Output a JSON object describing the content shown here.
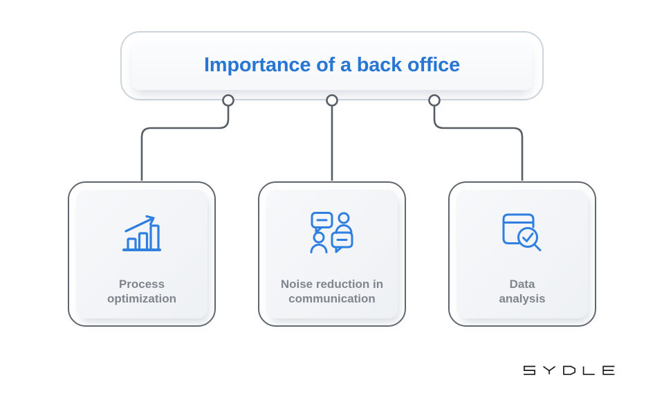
{
  "header": {
    "title": "Importance of a back office"
  },
  "cards": [
    {
      "id": "process-optimization",
      "icon": "growth-bar-chart-icon",
      "label": "Process\noptimization"
    },
    {
      "id": "noise-reduction",
      "icon": "people-conversation-icon",
      "label": "Noise reduction in\ncommunication"
    },
    {
      "id": "data-analysis",
      "icon": "data-table-search-check-icon",
      "label": "Data\nanalysis"
    }
  ],
  "footer": {
    "brand": "SYDLE"
  },
  "colors": {
    "title_blue": "#2776d4",
    "icon_blue": "#2e7fe0",
    "connector_gray": "#565d65",
    "card_border_gray": "#5f666e",
    "card_panel_bg": "#f1f3f5",
    "label_gray": "#80868e",
    "header_border": "#ccd4dd",
    "brand_black": "#17191c",
    "background": "#ffffff"
  }
}
